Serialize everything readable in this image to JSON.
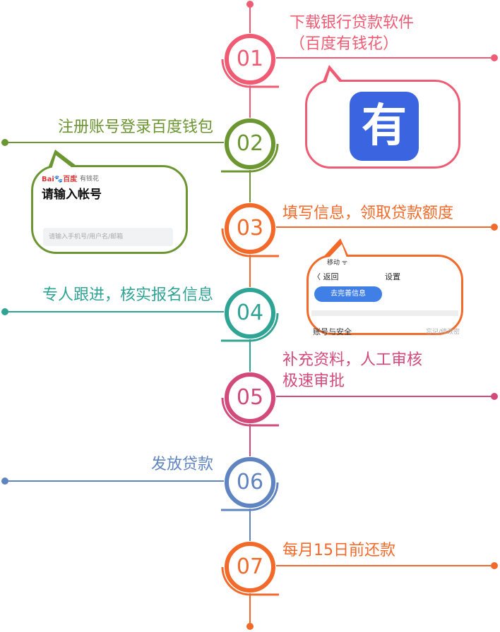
{
  "colors": {
    "line": "#888888",
    "step1": "#ef5b73",
    "step2": "#6b9631",
    "step3": "#f26a2a",
    "step4": "#2fa394",
    "step5": "#d24a7a",
    "step6": "#5f84c0",
    "step7": "#f26a2a"
  },
  "steps": [
    {
      "num": "01",
      "label": "下载银行贷款软件",
      "label2": "（百度有钱花）",
      "side": "right",
      "color": "#ef5b73"
    },
    {
      "num": "02",
      "label": "注册账号登录百度钱包",
      "label2": "",
      "side": "left",
      "color": "#6b9631"
    },
    {
      "num": "03",
      "label": "填写信息，领取贷款额度",
      "label2": "",
      "side": "right",
      "color": "#f26a2a"
    },
    {
      "num": "04",
      "label": "专人跟进，核实报名信息",
      "label2": "",
      "side": "left",
      "color": "#2fa394"
    },
    {
      "num": "05",
      "label": "补充资料，人工审核",
      "label2": "极速审批",
      "side": "right",
      "color": "#d24a7a"
    },
    {
      "num": "06",
      "label": "发放贷款",
      "label2": "",
      "side": "left",
      "color": "#5f84c0"
    },
    {
      "num": "07",
      "label": "每月15日前还款",
      "label2": "",
      "side": "right",
      "color": "#f26a2a"
    }
  ],
  "app": {
    "icon_char": "有",
    "icon_name": "youqianhua-app-icon"
  },
  "login": {
    "brand": "Bai",
    "brand_paw": "🐾",
    "brand_du": "百度",
    "brand_sep": "|",
    "brand_sub": "有钱花",
    "title": "请输入帐号",
    "input_placeholder": "请输入手机号/用户名/邮箱"
  },
  "settings": {
    "status": "移动 ᯤ",
    "back": "〈 返回",
    "title": "设置",
    "button": "去完善信息",
    "row": "账号与安全",
    "hint": "忘记/修改密"
  }
}
